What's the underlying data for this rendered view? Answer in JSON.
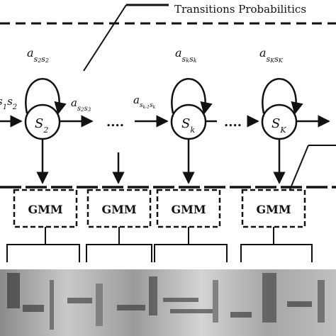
{
  "header": {
    "caption": "Transitions Probabilitics"
  },
  "states": [
    {
      "name": "S",
      "sub": "2",
      "self_a": "a",
      "self_sub1": "s",
      "self_sub1i": "2",
      "self_sub2": "s",
      "self_sub2i": "2"
    },
    {
      "name": "S",
      "sub": "k",
      "self_a": "a",
      "self_sub1": "s",
      "self_sub1i": "k",
      "self_sub2": "s",
      "self_sub2i": "k"
    },
    {
      "name": "S",
      "sub": "K",
      "self_a": "a",
      "self_sub1": "s",
      "self_sub1i": "K",
      "self_sub2": "s",
      "self_sub2i": "K"
    }
  ],
  "transitions": {
    "left_in": {
      "sub1": "s",
      "sub1i": "1",
      "sub2": "s",
      "sub2i": "2"
    },
    "s2_out": {
      "a": "a",
      "sub1": "s",
      "sub1i": "2",
      "sub2": "s",
      "sub2i": "3"
    },
    "into_k": {
      "a": "a",
      "sub1": "s",
      "sub1i": "k-1",
      "sub2": "s",
      "sub2i": "k"
    }
  },
  "ellipsis": [
    "....",
    "...."
  ],
  "gmm_boxes": [
    "GMM",
    "GMM",
    "GMM",
    "GMM"
  ]
}
